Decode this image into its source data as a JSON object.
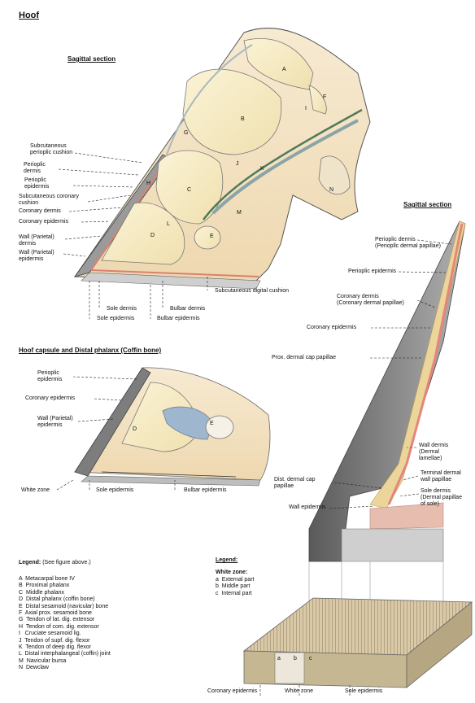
{
  "page_title": "Hoof",
  "figure1": {
    "title": "Sagittal section",
    "letters": [
      "A",
      "B",
      "C",
      "D",
      "E",
      "F",
      "G",
      "H",
      "I",
      "J",
      "K",
      "L",
      "M",
      "N"
    ],
    "left_labels": [
      "Subcutaneous\nperioplic cushion",
      "Perioplic\ndermis",
      "Perioplic\nepidermis",
      "Subcutaneous coronary\ncushion",
      "Coronary dermis",
      "Coronary epidermis",
      "Wall (Parietal)\ndermis",
      "Wall (Parietal)\nepidermis"
    ],
    "bottom_labels": {
      "sole_dermis": "Sole dermis",
      "sole_epidermis": "Sole epidermis",
      "bulbar_dermis": "Bulbar dermis",
      "bulbar_epidermis": "Bulbar epidermis",
      "subcutaneous_digital_cushion": "Subcutaneous digital cushion"
    }
  },
  "figure2": {
    "title": "Hoof capsule and Distal phalanx (Coffin bone)",
    "letters": [
      "D",
      "E"
    ],
    "labels": {
      "perioplic_epidermis": "Perioplic\nepidermis",
      "coronary_epidermis": "Coronary epidermis",
      "wall_epidermis": "Wall (Parietal)\nepidermis",
      "white_zone": "White zone",
      "sole_epidermis": "Sole epidermis",
      "bulbar_epidermis": "Bulbar epidermis"
    }
  },
  "figure3": {
    "title": "Sagittal section",
    "labels": [
      "Perioplic dermis\n(Periopllc dermal papillae)",
      "Perioplic epidermis",
      "Coronary dermis\n(Coronary dermal papillae)",
      "Coronary epidermis",
      "Prox. dermal cap papillae",
      "Wall dermis\n(Dermal\nlamellae)",
      "Terminal dermal\nwall papillae",
      "Dist. dermal cap\npapillae",
      "Sole dermis\n(Dermal papillae\nof sole)",
      "Wall epidermis"
    ]
  },
  "legend": {
    "title": "Legend:",
    "subtitle": "(See figure above.)",
    "items": [
      "A  Metacarpal bone IV",
      "B  Proximal phalanx",
      "C  Middle phalanx",
      "D  Distal phalanx (coffin bone)",
      "E  Distal sesamoid (navicular) bone",
      "F  Axial prox. sesamoid bone",
      "G  Tendon of lat. dig. extensor",
      "H  Tendon of com. dig. extensor",
      "I   Cruciate sesamoid lig.",
      "J  Tendon of supf. dig. flexor",
      "K  Tendon of deep dig. flexor",
      "L  Distal interphalangeal (coffin) joint",
      "M  Navicular bursa",
      "N  Dewclaw"
    ]
  },
  "legend2": {
    "title": "Legend:",
    "subtitle": "White zone:",
    "items": [
      "a  External part",
      "b  Middle part",
      "c  Internal part"
    ]
  },
  "block": {
    "letters": [
      "a",
      "b",
      "c"
    ],
    "labels": {
      "coronary_epidermis": "Coronary epidermis",
      "white_zone": "White zone",
      "sole_epidermis": "Sole epidermis"
    }
  }
}
